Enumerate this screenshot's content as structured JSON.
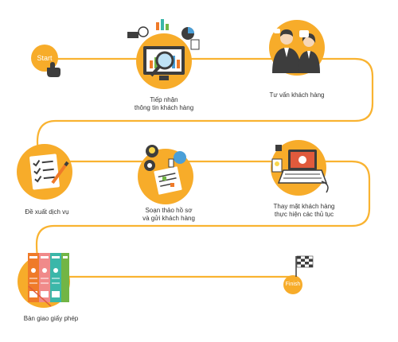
{
  "colors": {
    "path": "#f9b331",
    "circle": "#f7ac2a",
    "accent_orange": "#ef7a29",
    "dark": "#3d3d3d",
    "green": "#72b545",
    "teal": "#3bb7a9",
    "red": "#e05a3c",
    "blue": "#4a9fd8"
  },
  "start": {
    "label": "Start",
    "icon": "pointer-hand-icon"
  },
  "finish": {
    "label": "Finish",
    "icon": "checkered-flag-icon"
  },
  "steps": [
    {
      "lines": [
        "Tiếp nhận",
        "thông tin khách hàng"
      ],
      "icon": "analytics-monitor-icon"
    },
    {
      "lines": [
        "Tư vấn khách hàng"
      ],
      "icon": "consultants-icon"
    },
    {
      "lines": [
        "Đề xuất dịch vụ"
      ],
      "icon": "checklist-icon"
    },
    {
      "lines": [
        "Soạn thảo hồ sơ",
        "và gửi khách hàng"
      ],
      "icon": "document-ideas-icon"
    },
    {
      "lines": [
        "Thay mặt khách hàng",
        "thực hiện các thủ tục"
      ],
      "icon": "laptop-workspace-icon"
    },
    {
      "lines": [
        "Bàn giao giấy phép"
      ],
      "icon": "license-documents-icon"
    }
  ]
}
